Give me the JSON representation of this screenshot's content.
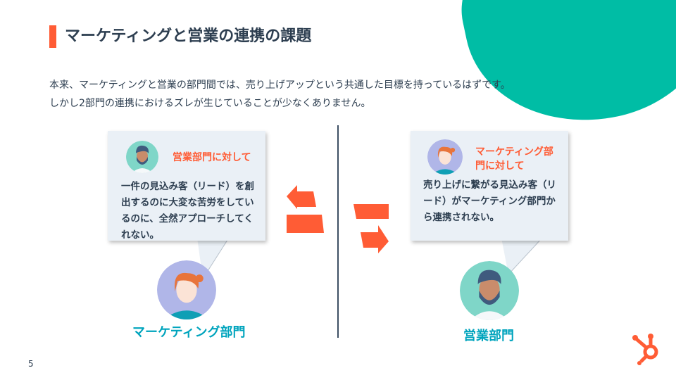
{
  "title": "マーケティングと営業の連携の課題",
  "intro": [
    "本来、マーケティングと営業の部門間では、売り上げアップという共通した目標を持っているはずです。",
    "しかし2部門の連携におけるズレが生じていることが少なくありません。"
  ],
  "left": {
    "bubble_heading": "営業部門に対して",
    "bubble_text": "一件の見込み客（リード）を創出するのに大変な苦労をしているのに、全然アプローチしてくれない。",
    "label": "マーケティング部門"
  },
  "right": {
    "bubble_heading": "マーケティング部門に対して",
    "bubble_text": "売り上げに繋がる見込み客（リード）がマーケティング部門から連携されない。",
    "label": "営業部門"
  },
  "page_number": "5",
  "colors": {
    "accent": "#ff5c35",
    "teal": "#00bda5",
    "label": "#00a4bd",
    "bubble": "#eaf0f6"
  }
}
